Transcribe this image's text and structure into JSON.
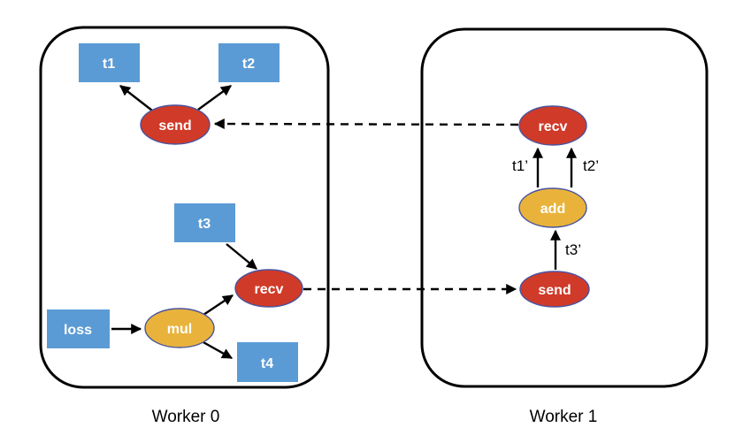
{
  "colors": {
    "tensor_fill": "#5B9BD5",
    "comm_op_fill": "#D03A28",
    "math_op_fill": "#E9B33B",
    "shape_border": "#4A54A0",
    "shape_text": "#FFFFFF",
    "line": "#000000"
  },
  "workers": [
    {
      "caption": "Worker 0",
      "nodes": {
        "t1": {
          "label": "t1",
          "type": "tensor"
        },
        "t2": {
          "label": "t2",
          "type": "tensor"
        },
        "send": {
          "label": "send",
          "type": "comm-op"
        },
        "t3": {
          "label": "t3",
          "type": "tensor"
        },
        "recv": {
          "label": "recv",
          "type": "comm-op"
        },
        "mul": {
          "label": "mul",
          "type": "math-op"
        },
        "loss": {
          "label": "loss",
          "type": "tensor"
        },
        "t4": {
          "label": "t4",
          "type": "tensor"
        }
      }
    },
    {
      "caption": "Worker 1",
      "nodes": {
        "recv": {
          "label": "recv",
          "type": "comm-op"
        },
        "add": {
          "label": "add",
          "type": "math-op"
        },
        "send": {
          "label": "send",
          "type": "comm-op"
        }
      },
      "edge_labels": {
        "t1p": "t1’",
        "t2p": "t2’",
        "t3p": "t3’"
      }
    }
  ]
}
